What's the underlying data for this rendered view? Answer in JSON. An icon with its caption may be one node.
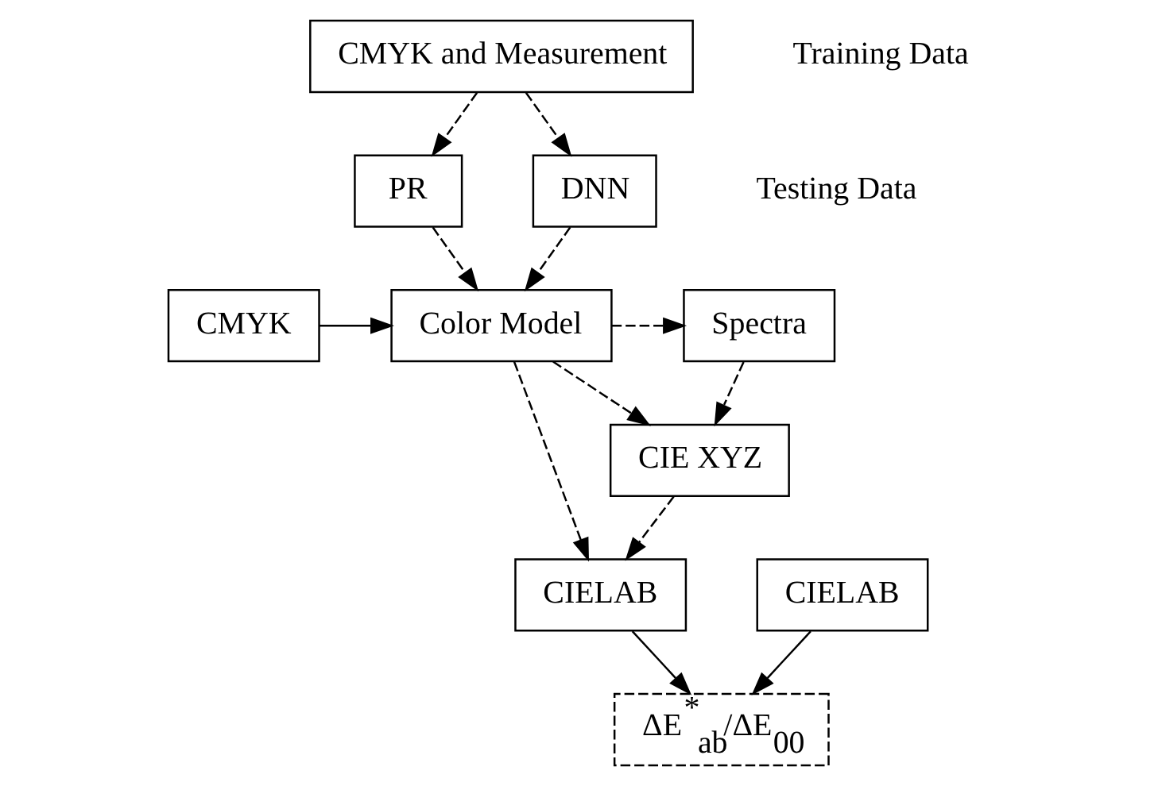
{
  "diagram": {
    "nodes": [
      {
        "text": [
          "CMYK and Measurement"
        ]
      },
      {
        "text": [
          "PR"
        ]
      },
      {
        "text": [
          "DNN"
        ]
      },
      {
        "text": [
          "Spectra"
        ]
      },
      {
        "text": [
          "CMYK"
        ]
      },
      {
        "text": [
          "Color Model"
        ]
      },
      {
        "text": [
          "CIE XYZ"
        ]
      },
      {
        "text": [
          "CIELAB"
        ]
      },
      {
        "text": [
          "CIELAB"
        ]
      },
      {
        "text": [
          "ΔE$^{*}$$_{ab}$/ΔE$_{00}$"
        ]
      }
    ],
    "edges": [
      {
        "from": 0,
        "to": 1,
        "arrow": "to",
        "style": "dashed"
      },
      {
        "from": 0,
        "to": 2,
        "arrow": "to",
        "style": "dashed"
      },
      {
        "from": 1,
        "to": 5,
        "arrow": "to",
        "style": "dashed"
      },
      {
        "from": 2,
        "to": 5,
        "arrow": "to",
        "style": "dashed"
      },
      {
        "from": 4,
        "to": 5,
        "arrow": "to"
      },
      {
        "from": 5,
        "to": 3,
        "arrow": "to",
        "style": "dashed"
      },
      {
        "from": 5,
        "to": 6,
        "arrow": "to",
        "style": "dashed"
      },
      {
        "from": 5,
        "to": 8,
        "arrow": "to",
        "style": "dashed"
      },
      {
        "from": 3,
        "to": 6,
        "arrow": "to",
        "style": "dashed"
      },
      {
        "from": 6,
        "to": 8,
        "arrow": "to",
        "style": "dashed"
      },
      {
        "from": 7,
        "to": 9,
        "arrow": "to"
      },
      {
        "from": 8,
        "to": 9,
        "arrow": "to"
      }
    ],
    "labels": [
      "Training Data",
      "Testing Data"
    ]
  }
}
